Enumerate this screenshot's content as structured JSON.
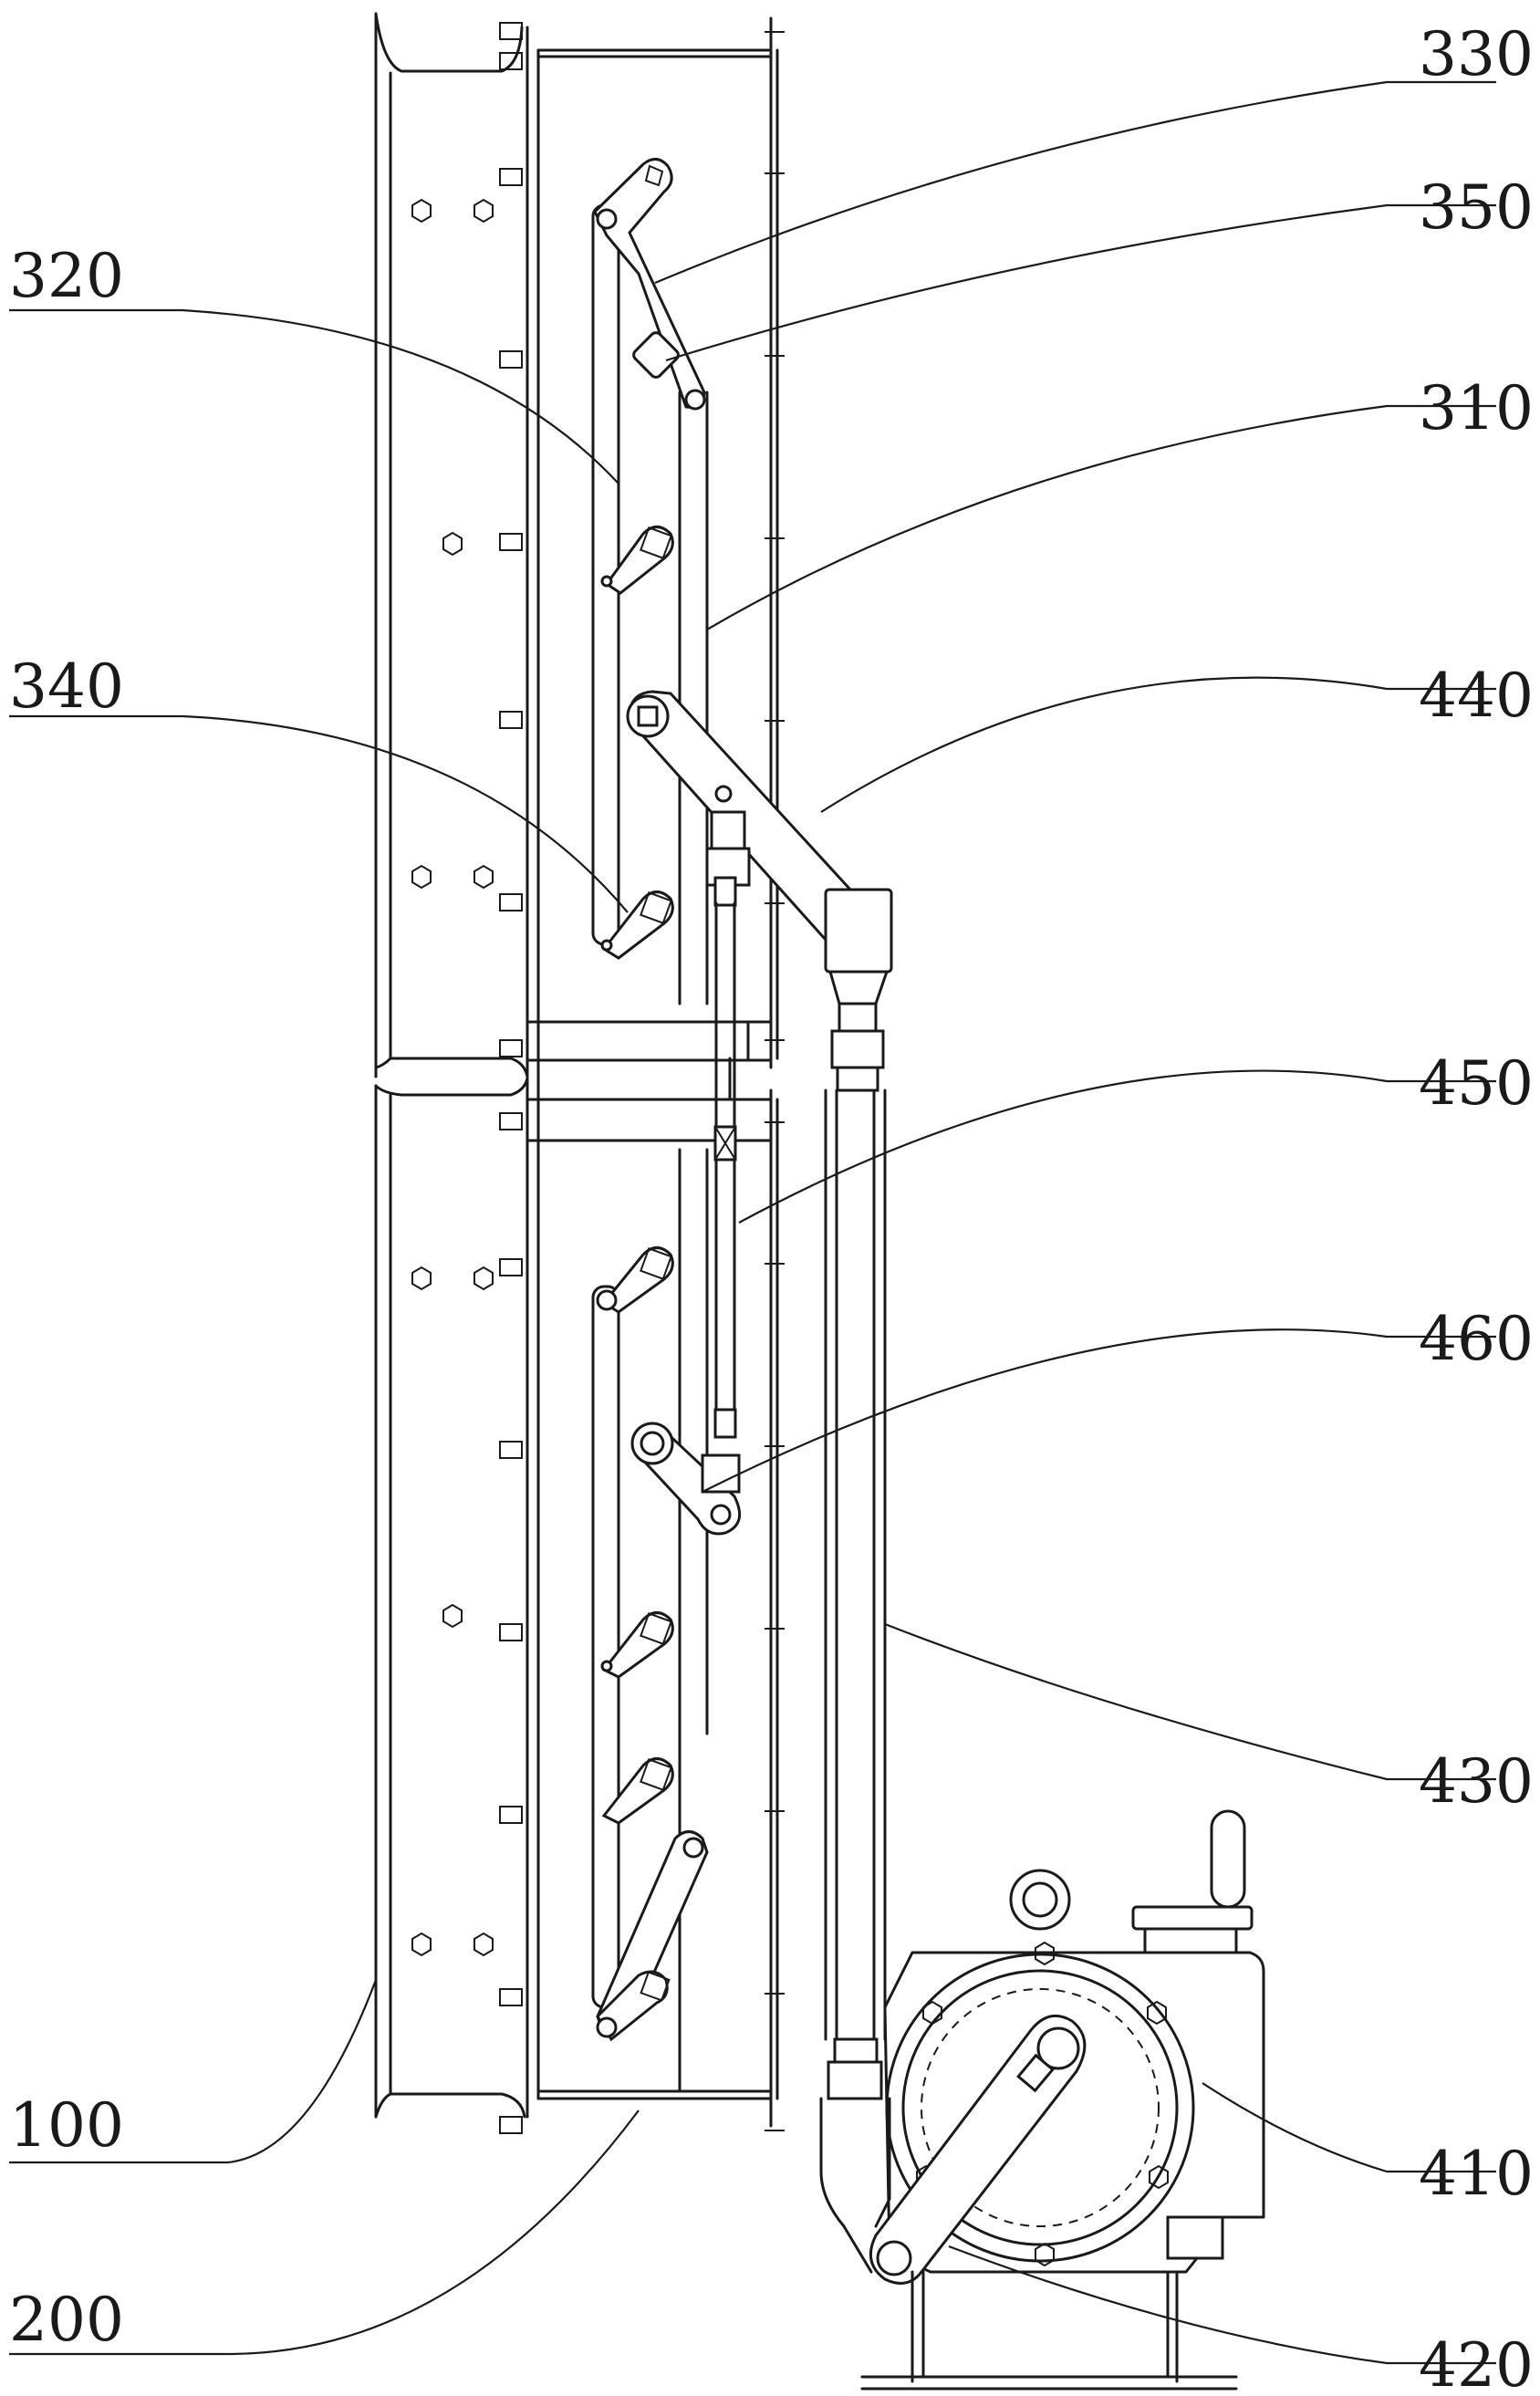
{
  "callouts": {
    "c330": "330",
    "c350": "350",
    "c320": "320",
    "c310": "310",
    "c340": "340",
    "c440": "440",
    "c450": "450",
    "c460": "460",
    "c430": "430",
    "c410": "410",
    "c100": "100",
    "c200": "200",
    "c420": "420"
  }
}
